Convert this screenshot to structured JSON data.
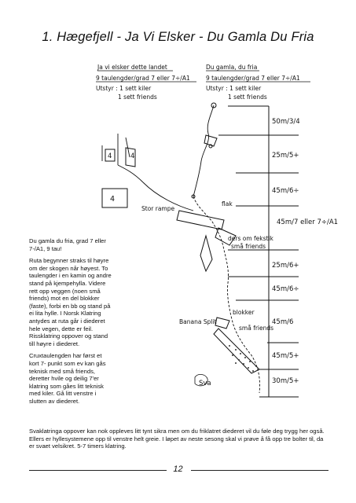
{
  "title": "1. Hægefjell - Ja Vi Elsker - Du Gamla Du Fria",
  "left_paragraphs": [
    "Du gamla du fria, grad 7 eller 7-/A1, 9 tau!",
    "Ruta begynner straks til høyre om der skogen når høyest. To taulengder i en kamin og andre stand på kjempehylla. Videre rett opp veggen (noen små friends) mot en del blokker (faste), forbi en bb og stand på ei lita hylle. I Norsk Klatring antydes at ruta går i diederet hele vegen, dette er feil. Rissklatring oppover og stand till høyre i diederet.",
    "Cruxtaulengden har først et kort 7- punkt som ev kan gås teknisk med små friends, deretter hvile og deilig 7'er klatring som gåes litt teknisk med kiler. Gå litt venstre i slutten av diederet."
  ],
  "bottom_paragraph": "Svaklatringa oppover kan nok oppleves litt tynt sikra men om du friklatret diederet vil du føle deg trygg her også. Ellers er hyllesystemene opp til venstre helt greie. I løpet av neste sesong skal vi prøve å få opp tre bolter til, da er svaet velsikret. 5-7 timers klatring.",
  "page_number": "12",
  "topo": {
    "left_route": {
      "name": "Ja vi elsker dette landet",
      "grade": "9 taulengder/grad 7 eller 7÷/A1",
      "gear1": "Utstyr : 1 sett kiler",
      "gear2": "1 sett friends"
    },
    "right_route": {
      "name": "Du gamla, du fria",
      "grade": "9 taulengder/grad 7 eller 7÷/A1",
      "gear1": "Utstyr : 1 sett kiler",
      "gear2": "1 sett friends"
    },
    "pitches": [
      {
        "label": "50m/3/4"
      },
      {
        "label": "25m/5+"
      },
      {
        "label": "45m/6÷"
      },
      {
        "label": "45m/7 eller 7÷/A1"
      },
      {
        "label": "25m/6+"
      },
      {
        "label": "45m/6÷"
      },
      {
        "label": "45m/6"
      },
      {
        "label": "45m/5+"
      },
      {
        "label": "30m/5+"
      }
    ],
    "annotations": {
      "stor_rampe": "Stor rampe",
      "flak": "flak",
      "ders_fekst": "ders om fekstik",
      "sma_friends": "små friends",
      "banana_split": "Banana Split",
      "blokker": "blokker",
      "sma_friends2": "små friends",
      "sva": "Sva",
      "four1": "4",
      "four2": "4",
      "four3": "4"
    }
  }
}
